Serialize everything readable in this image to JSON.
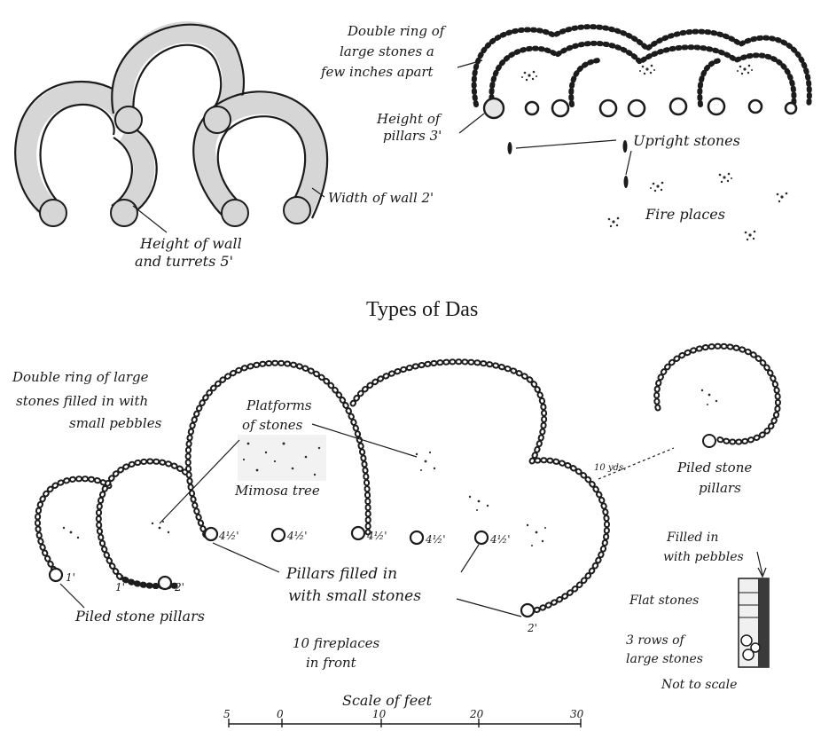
{
  "title": "Types of Das",
  "top_left": {
    "height_label_1": "Height of wall",
    "height_label_2": "and turrets 5'",
    "width_label": "Width of wall 2'"
  },
  "top_right": {
    "ring_label_1": "Double ring of",
    "ring_label_2": "large stones a",
    "ring_label_3": "few inches apart",
    "pillar_label_1": "Height of",
    "pillar_label_2": "pillars 3'",
    "upright_label": "Upright stones",
    "fireplaces_label": "Fire places"
  },
  "bottom": {
    "ring_label_1": "Double ring of large",
    "ring_label_2": "stones filled in with",
    "ring_label_3": "small pebbles",
    "platforms_label_1": "Platforms",
    "platforms_label_2": "of stones",
    "tree_label": "Mimosa tree",
    "pillars_label_1": "Pillars filled in",
    "pillars_label_2": "with small stones",
    "piled_left_label": "Piled stone pillars",
    "piled_right_label_1": "Piled stone",
    "piled_right_label_2": "pillars",
    "fireplaces_label_1": "10 fireplaces",
    "fireplaces_label_2": "in front",
    "distance_label": "10 yds.",
    "dims": {
      "d1": "1'",
      "d2": "1'",
      "d3": "2'",
      "d4": "4½'",
      "d5": "4½'",
      "d6": "4½'",
      "d7": "4½'",
      "d8": "4½'",
      "d9": "2'"
    }
  },
  "section": {
    "pebbles_label_1": "Filled in",
    "pebbles_label_2": "with pebbles",
    "flat_label": "Flat stones",
    "rows_label_1": "3 rows of",
    "rows_label_2": "large stones",
    "noscale_label": "Not to scale"
  },
  "scale": {
    "label": "Scale of feet",
    "ticks": [
      "5",
      "0",
      "10",
      "20",
      "30"
    ]
  }
}
